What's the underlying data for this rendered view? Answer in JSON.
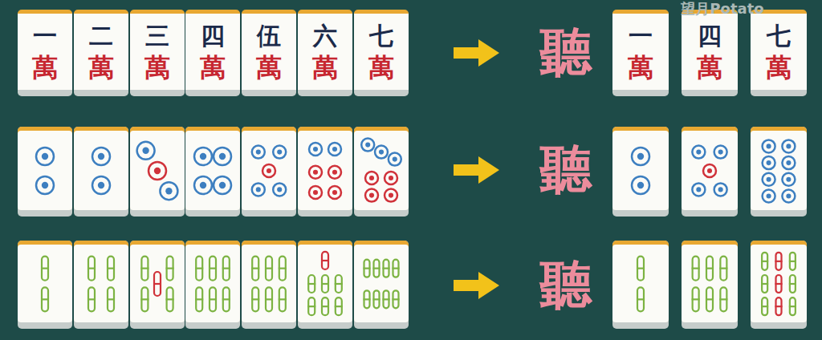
{
  "diagram": {
    "nodes": [
      {
        "text": [
          "一",
          "萬"
        ]
      },
      {
        "text": [
          "二",
          "萬"
        ]
      },
      {
        "text": [
          "三",
          "萬"
        ]
      },
      {
        "text": [
          "四",
          "萬"
        ]
      },
      {
        "text": [
          "伍",
          "萬"
        ]
      },
      {
        "text": [
          "六",
          "萬"
        ]
      },
      {
        "text": [
          "七",
          "萬"
        ]
      },
      {
        "text": [
          "一",
          "萬"
        ]
      },
      {
        "text": [
          "四",
          "萬"
        ]
      },
      {
        "text": [
          "七",
          "萬"
        ]
      }
    ],
    "labels": [
      "聽",
      "聽",
      "聽",
      "望月Potato"
    ]
  }
}
